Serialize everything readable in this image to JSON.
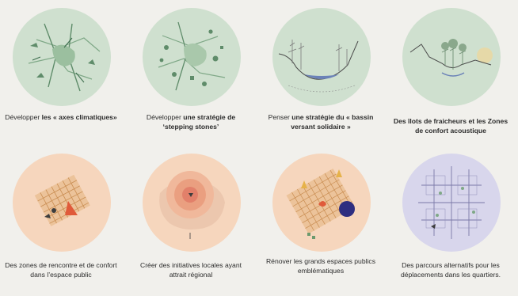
{
  "colors": {
    "green_circle": "#cfe0cf",
    "orange_circle": "#f6d6bd",
    "purple_circle": "#d8d6ec",
    "background": "#f1f0ec"
  },
  "panels": [
    {
      "name": "axes-climatiques",
      "icon": "green-network-map-icon",
      "caption_plain": "Développer ",
      "caption_bold": "les « axes climatiques»",
      "caption_tail": ""
    },
    {
      "name": "stepping-stones",
      "icon": "stepping-stones-map-icon",
      "caption_plain": "Développer ",
      "caption_bold": "une stratégie de ‘stepping stones’",
      "caption_tail": ""
    },
    {
      "name": "bassin-versant",
      "icon": "watershed-section-icon",
      "caption_plain": "Penser ",
      "caption_bold": "une stratégie du « bassin versant solidaire »",
      "caption_tail": ""
    },
    {
      "name": "ilots-fraicheur",
      "icon": "cool-island-section-icon",
      "caption_plain": "",
      "caption_bold": "Des îlots de fraicheurs et les Zones de confort acoustique",
      "caption_tail": ""
    },
    {
      "name": "zones-rencontre",
      "icon": "meeting-zones-map-icon",
      "caption_plain": "Des zones de rencontre et de confort dans l’espace public",
      "caption_bold": "",
      "caption_tail": ""
    },
    {
      "name": "initiatives-locales",
      "icon": "regional-radiance-map-icon",
      "caption_plain": "Créer des initiatives locales ayant attrait régional",
      "caption_bold": "",
      "caption_tail": ""
    },
    {
      "name": "grands-espaces",
      "icon": "public-spaces-map-icon",
      "caption_plain": "Rénover les grands espaces publics emblématiques",
      "caption_bold": "",
      "caption_tail": ""
    },
    {
      "name": "parcours-alternatifs",
      "icon": "alternative-routes-map-icon",
      "caption_plain": "Des parcours alternatifs pour les déplacements dans les quartiers.",
      "caption_bold": "",
      "caption_tail": ""
    }
  ]
}
